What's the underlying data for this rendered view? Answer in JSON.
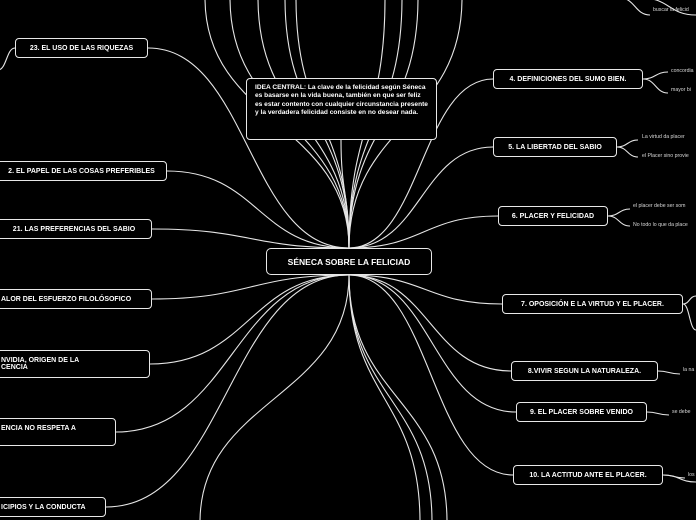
{
  "center": "SÉNECA SOBRE LA FELICIAD",
  "idea": "IDEA CENTRAL: La clave de la felicidad según Séneca es basarse en la vida buena, también en que ser feliz es estar contento con cualquier circunstancia presente y la verdadera felicidad consiste en no desear nada.",
  "right_topics": [
    "4. DEFINICIONES DEL SUMO BIEN.",
    "5. LA LIBERTAD DEL SABIO",
    "6. PLACER Y FELICIDAD",
    "7. OPOSICIÓN E LA VIRTUD Y EL PLACER.",
    "8.VIVIR SEGUN LA NATURALEZA.",
    "9. EL PLACER SOBRE VENIDO",
    "10. LA ACTITUD ANTE EL PLACER."
  ],
  "left_topics": [
    "23. EL USO DE LAS RIQUEZAS",
    "2. EL PAPEL DE LAS COSAS PREFERIBLES",
    "21. LAS PREFERENCIAS DEL SABIO",
    "ALOR DEL ESFUERZO FILOLÓSOFICO",
    "NVIDIA, ORIGEN DE LA",
    "CENCIA",
    "ENCIA NO RESPETA A",
    "ICIPIOS Y LA CONDUCTA"
  ],
  "subtopics": [
    "buscar la felicid",
    "concordia",
    "mayor bi",
    "La virtud da placer",
    "el Placer sino provie",
    "el placer debe ser som",
    "No todo lo que da place",
    "la na",
    "se debe",
    "los"
  ],
  "colors": {
    "background": "#000000",
    "line": "#e8e8e8",
    "text": "#ffffff"
  }
}
